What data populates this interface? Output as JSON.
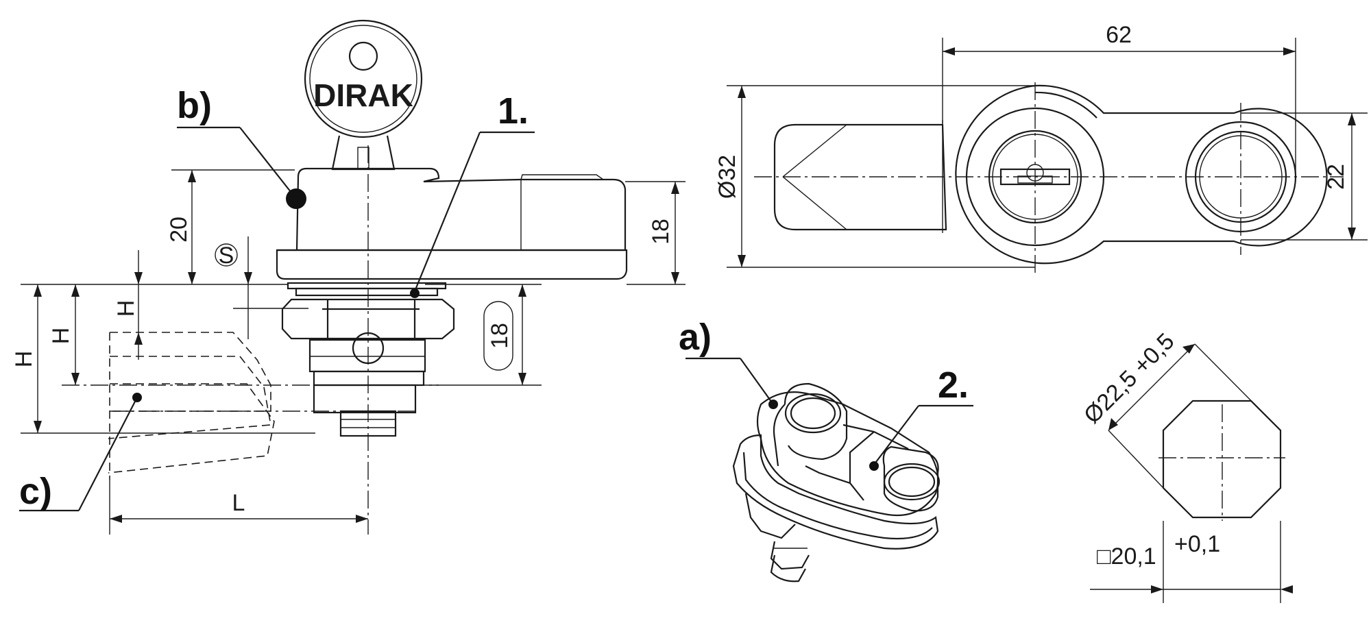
{
  "labels": {
    "part_1": "1.",
    "part_2": "2.",
    "part_a": "a)",
    "part_b": "b)",
    "part_c": "c)"
  },
  "key_brand": "DIRAK",
  "dimensions": {
    "housing_height": "20",
    "body_height": "18",
    "thread_length": "18",
    "stroke_marker": "S",
    "h_small": "H",
    "h_mid": "H",
    "h_large": "H",
    "lever_length": "L",
    "overall_length": "62",
    "diameter": "Ø32",
    "lever_width": "22",
    "cutout_diameter": "Ø22,5 +0,5",
    "cutout_square": "□20,1",
    "cutout_square_tol": "+0,1"
  }
}
